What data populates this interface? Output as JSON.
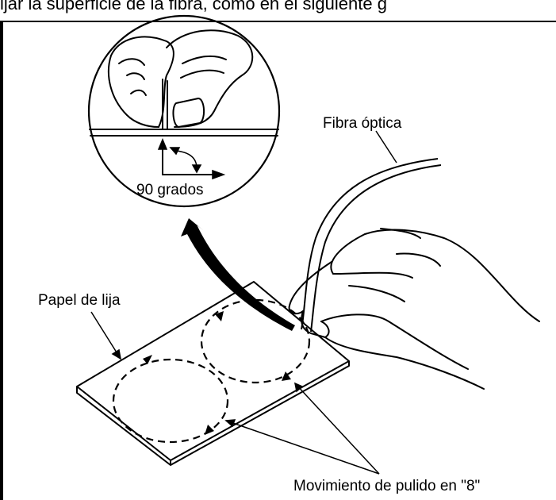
{
  "header": {
    "caption": "ijar la superficie de la fibra, como en el siguiente g"
  },
  "labels": {
    "fiber": "Fibra óptica",
    "sandpaper": "Papel de lija",
    "angle": "90 grados",
    "motion": "Movimiento de pulido en \"8\""
  }
}
